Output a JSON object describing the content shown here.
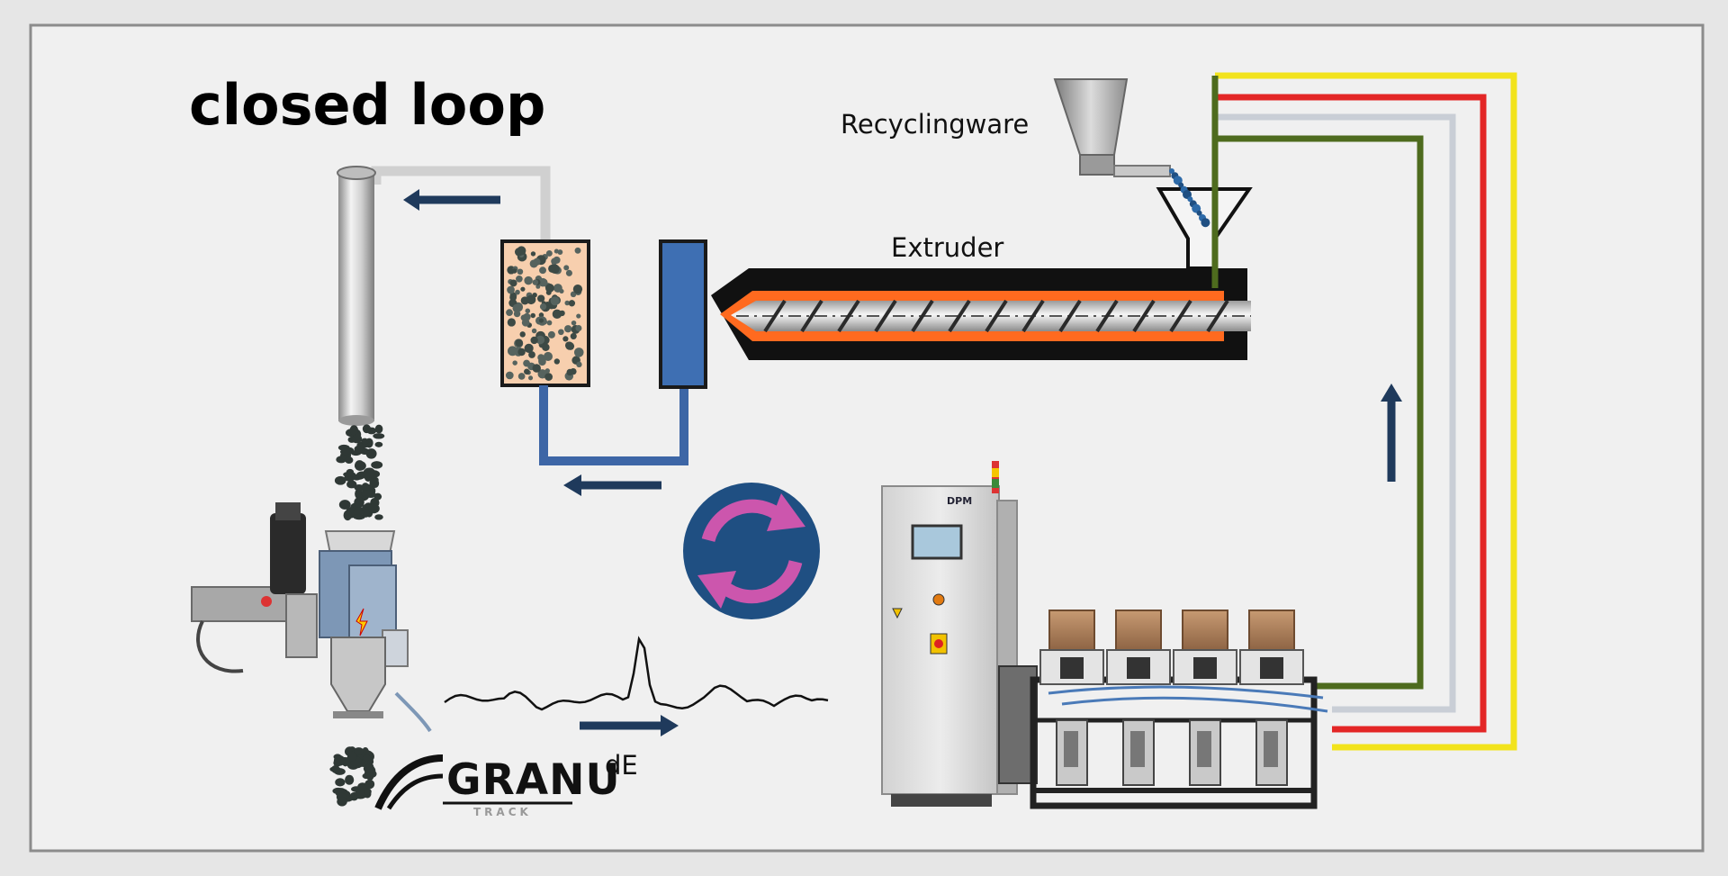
{
  "title": "closed loop",
  "labels": {
    "recyclingware": "Recyclingware",
    "extruder": "Extruder",
    "de": "dE"
  },
  "logos": {
    "granu": "GRANU",
    "granu_sub": "TRACK",
    "dpm": "DPM"
  },
  "colors": {
    "frame_border": "#8c8c8c",
    "panel": "#f0f0f0",
    "arrow": "#1f3a5c",
    "blue_pipe": "#3d66a6",
    "grey_pipe": "#d0d0d0",
    "melt": "#ff6a1f",
    "barrel": "#111111",
    "granulate_box": "#f7cfae",
    "cycle_disc": "#1f4f82",
    "cycle_arrows": "#cc56ad",
    "line_yellow": "#f2e31c",
    "line_red": "#e32626",
    "line_lightgrey": "#c9ced6",
    "line_green": "#4e6b1e"
  }
}
